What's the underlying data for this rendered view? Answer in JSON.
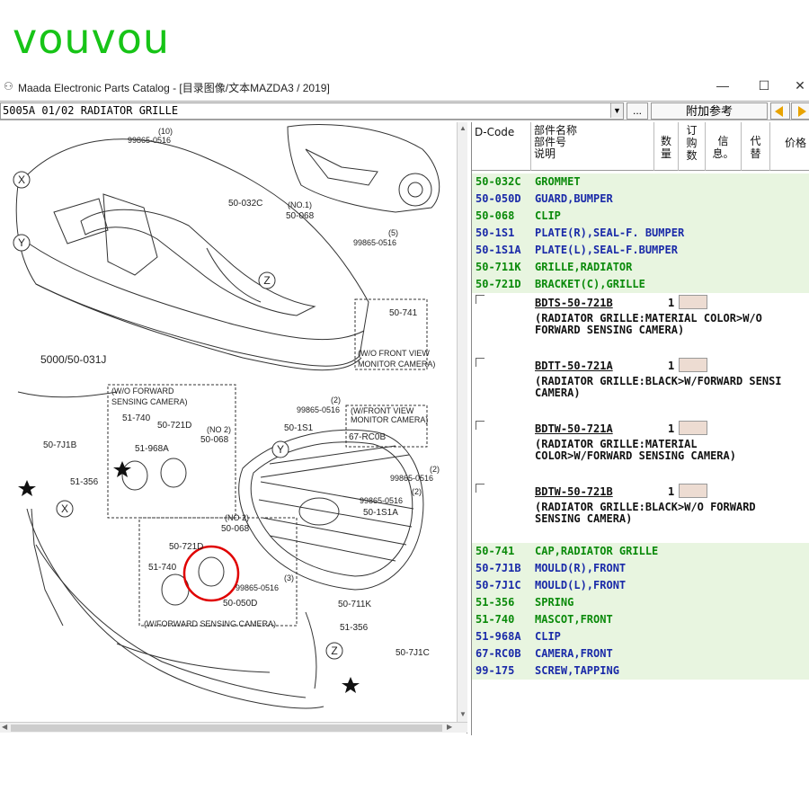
{
  "watermark": "vouvou",
  "window": {
    "title": "Maada Electronic Parts Catalog - [目录图像/文本MAZDA3 / 2019]",
    "minimize": "—",
    "maximize": "☐",
    "close": "✕"
  },
  "toolbar": {
    "section": "5005A 01/02 RADIATOR GRILLE",
    "more": "...",
    "reference": "附加参考"
  },
  "diagram": {
    "callouts": [
      {
        "id": "X1",
        "text": "X"
      },
      {
        "id": "Y1",
        "text": "Y"
      },
      {
        "id": "Z1",
        "text": "Z"
      },
      {
        "id": "X2",
        "text": "X"
      },
      {
        "id": "Y2",
        "text": "Y"
      },
      {
        "id": "Z2",
        "text": "Z"
      }
    ],
    "labels": [
      "(10)",
      "99865-0516",
      "50-032C",
      "(NO.1)",
      "50-068",
      "99865-0516",
      "(5)",
      "5000/50-031J",
      "50-741",
      "(W/O FRONT VIEW",
      "MONITOR CAMERA)",
      "(W/O FORWARD",
      "SENSING CAMERA)",
      "51-740",
      "50-721D",
      "(NO 2)",
      "50-068",
      "51-968A",
      "50-7J1B",
      "51-356",
      "(2)",
      "99865-0516",
      "(W/FRONT VIEW",
      "MONITOR CAMERA)",
      "50-1S1",
      "67-RC0B",
      "99865-0516",
      "(2)",
      "99865-0516",
      "(2)",
      "50-1S1A",
      "(NO 2)",
      "50-068",
      "50-721D",
      "51-740",
      "99865-0516",
      "(3)",
      "50-050D",
      "50-711K",
      "(W/FORWARD SENSING CAMERA)",
      "51-356",
      "50-7J1C"
    ]
  },
  "parts_table": {
    "headers": {
      "dcode": "D-Code",
      "name": [
        "部件名称",
        "部件号",
        "说明"
      ],
      "qty": [
        "数",
        "量"
      ],
      "buy": [
        "订",
        "购",
        "数"
      ],
      "info": [
        "信",
        "息。"
      ],
      "sub": [
        "代",
        "替"
      ],
      "price": "价格"
    },
    "rows_top": [
      {
        "code": "50-032C",
        "desc": "GROMMET",
        "color": "green"
      },
      {
        "code": "50-050D",
        "desc": "GUARD,BUMPER",
        "color": "blue"
      },
      {
        "code": "50-068",
        "desc": "CLIP",
        "color": "green"
      },
      {
        "code": "50-1S1",
        "desc": "PLATE(R),SEAL-F. BUMPER",
        "color": "blue"
      },
      {
        "code": "50-1S1A",
        "desc": "PLATE(L),SEAL-F.BUMPER",
        "color": "blue"
      },
      {
        "code": "50-711K",
        "desc": "GRILLE,RADIATOR",
        "color": "green"
      },
      {
        "code": "50-721D",
        "desc": "BRACKET(C),GRILLE",
        "color": "green"
      }
    ],
    "sub_items": [
      {
        "pn": "BDTS-50-721B",
        "qty": "1",
        "note": "(RADIATOR GRILLE:MATERIAL COLOR>W/O\nFORWARD SENSING CAMERA)"
      },
      {
        "pn": "BDTT-50-721A",
        "qty": "1",
        "note": "(RADIATOR GRILLE:BLACK>W/FORWARD SENSI\nCAMERA)"
      },
      {
        "pn": "BDTW-50-721A",
        "qty": "1",
        "note": "(RADIATOR GRILLE:MATERIAL\nCOLOR>W/FORWARD SENSING CAMERA)"
      },
      {
        "pn": "BDTW-50-721B",
        "qty": "1",
        "note": "(RADIATOR GRILLE:BLACK>W/O FORWARD\nSENSING CAMERA)"
      }
    ],
    "rows_bottom": [
      {
        "code": "50-741",
        "desc": "CAP,RADIATOR GRILLE",
        "color": "green"
      },
      {
        "code": "50-7J1B",
        "desc": "MOULD(R),FRONT",
        "color": "blue"
      },
      {
        "code": "50-7J1C",
        "desc": "MOULD(L),FRONT",
        "color": "blue"
      },
      {
        "code": "51-356",
        "desc": "SPRING",
        "color": "green"
      },
      {
        "code": "51-740",
        "desc": "MASCOT,FRONT",
        "color": "green"
      },
      {
        "code": "51-968A",
        "desc": "CLIP",
        "color": "blue"
      },
      {
        "code": "67-RC0B",
        "desc": "CAMERA,FRONT",
        "color": "blue"
      },
      {
        "code": "99-175",
        "desc": "SCREW,TAPPING",
        "color": "blue"
      }
    ]
  },
  "icons": {
    "app": "parts-catalog-icon",
    "prev": "arrow-left-icon",
    "next": "arrow-right-icon",
    "dropdown": "chevron-down-icon"
  },
  "colors": {
    "watermark": "#17c417",
    "row_bg": "#e8f5e0",
    "code_green": "#0a8a0a",
    "code_blue": "#1a2aa8",
    "highlight_circle": "#e00000",
    "nav_arrow": "#e8a300"
  }
}
